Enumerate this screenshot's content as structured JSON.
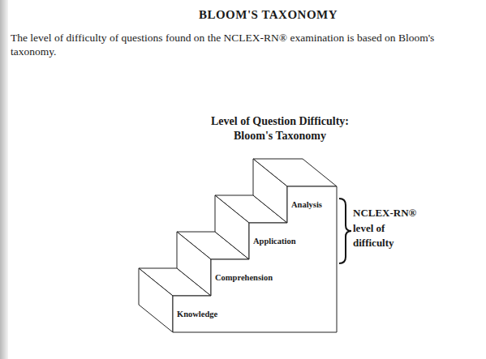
{
  "diagram": {
    "title": "BLOOM'S TAXONOMY",
    "nodes": [
      {
        "text": [
          "Knowledge"
        ]
      },
      {
        "text": [
          "Comprehension"
        ]
      },
      {
        "text": [
          "Application"
        ]
      },
      {
        "text": [
          "Analysis"
        ]
      }
    ],
    "labels": [
      "The level of difficulty of questions found on the NCLEX-RN® examination is based on Bloom's taxonomy.",
      "Level of Question Difficulty: Bloom's Taxonomy",
      "NCLEX-RN® level of difficulty"
    ]
  }
}
